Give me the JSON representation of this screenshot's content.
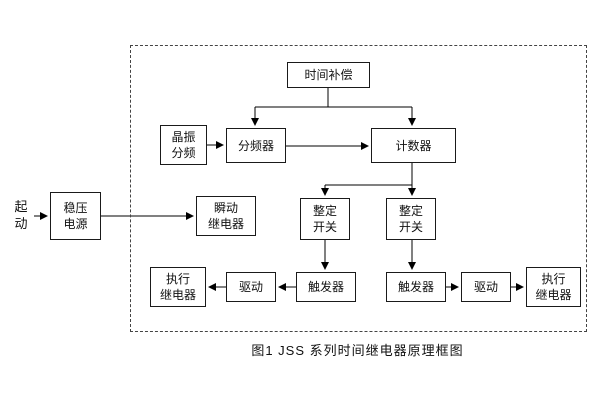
{
  "caption": "图1  JSS  系列时间继电器原理框图",
  "blocks": {
    "start": {
      "lines": [
        "起",
        "动"
      ]
    },
    "power": {
      "lines": [
        "稳压",
        "电源"
      ]
    },
    "time_compensation": {
      "label": "时间补偿"
    },
    "crystal_divider": {
      "lines": [
        "晶振",
        "分频"
      ]
    },
    "frequency_divider": {
      "label": "分频器"
    },
    "counter": {
      "label": "计数器"
    },
    "instant_relay": {
      "lines": [
        "瞬动",
        "继电器"
      ]
    },
    "setting_switch_left": {
      "lines": [
        "整定",
        "开关"
      ]
    },
    "setting_switch_right": {
      "lines": [
        "整定",
        "开关"
      ]
    },
    "trigger_left": {
      "label": "触发器"
    },
    "trigger_right": {
      "label": "触发器"
    },
    "drive_left": {
      "label": "驱动"
    },
    "drive_right": {
      "label": "驱动"
    },
    "exec_relay_left": {
      "lines": [
        "执行",
        "继电器"
      ]
    },
    "exec_relay_right": {
      "lines": [
        "执行",
        "继电器"
      ]
    }
  },
  "colors": {
    "line": "#000000",
    "box_border": "#1a1a1a",
    "boundary_dash": "#444444",
    "background": "#ffffff"
  }
}
